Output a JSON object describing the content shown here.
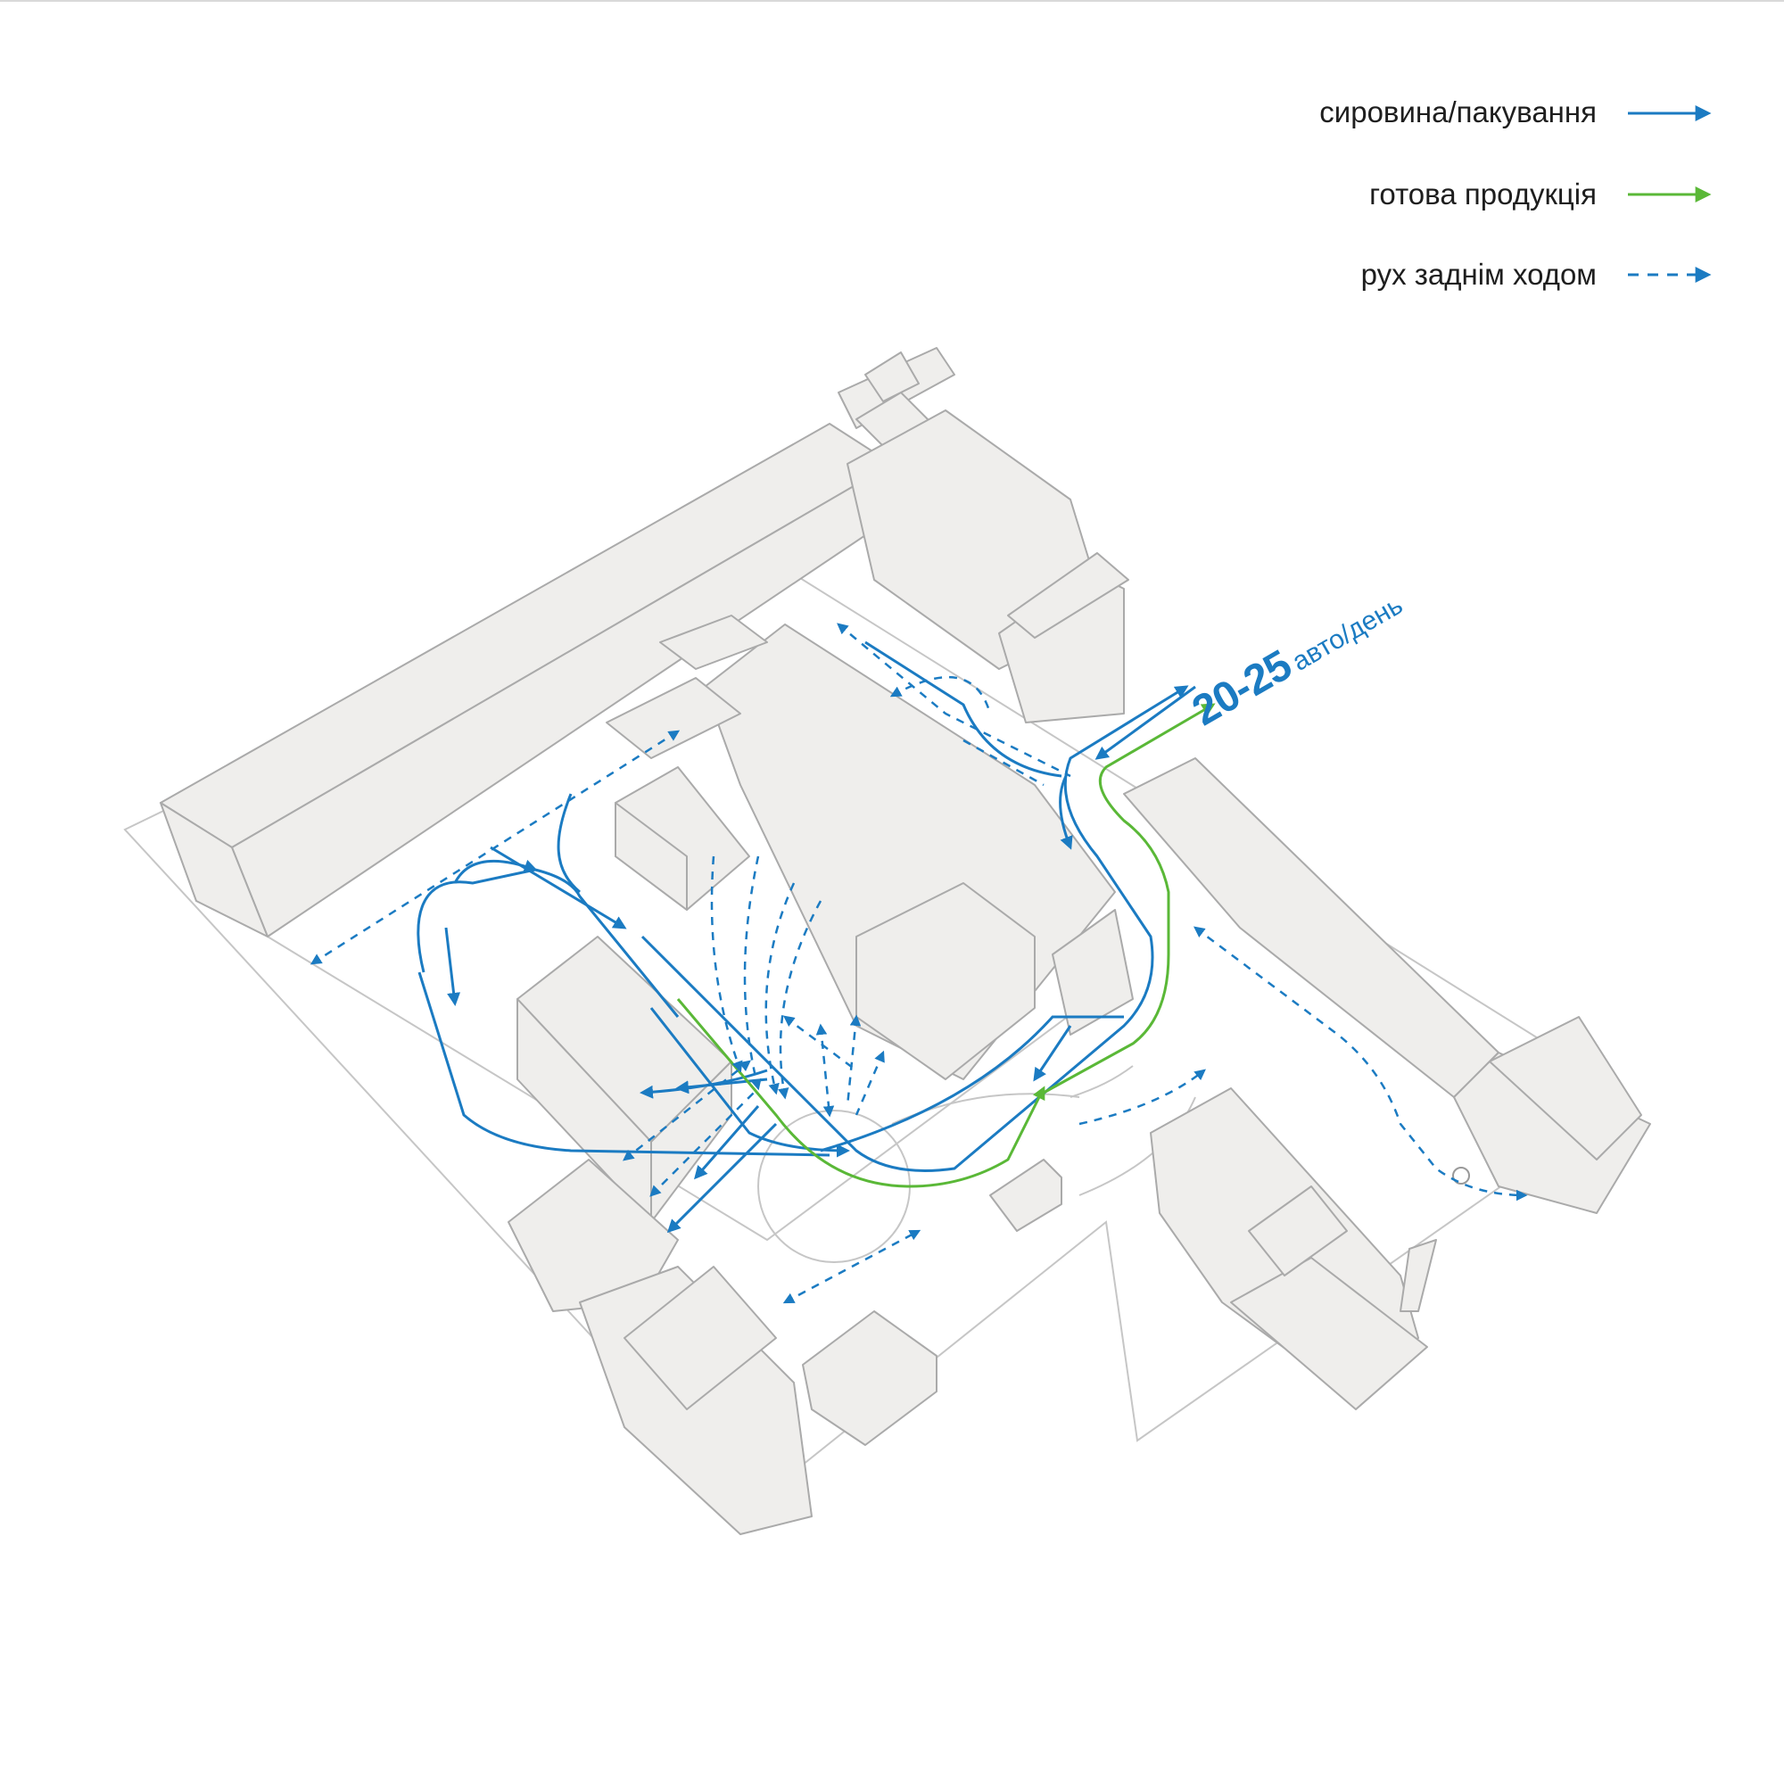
{
  "colors": {
    "raw_material": "#1b7bc2",
    "finished_goods": "#5ab837",
    "reverse": "#1b7bc2",
    "building_fill": "#efeeec",
    "building_edge": "#aaaaaa",
    "ground_line": "#c6c6c6"
  },
  "legend": [
    {
      "label": "сировина/пакування",
      "style": "solid",
      "color": "#1b7bc2"
    },
    {
      "label": "готова продукція",
      "style": "solid",
      "color": "#5ab837"
    },
    {
      "label": "рух заднім ходом",
      "style": "dashed",
      "color": "#1b7bc2"
    }
  ],
  "traffic": {
    "value": "20-25",
    "unit": "авто/день"
  }
}
